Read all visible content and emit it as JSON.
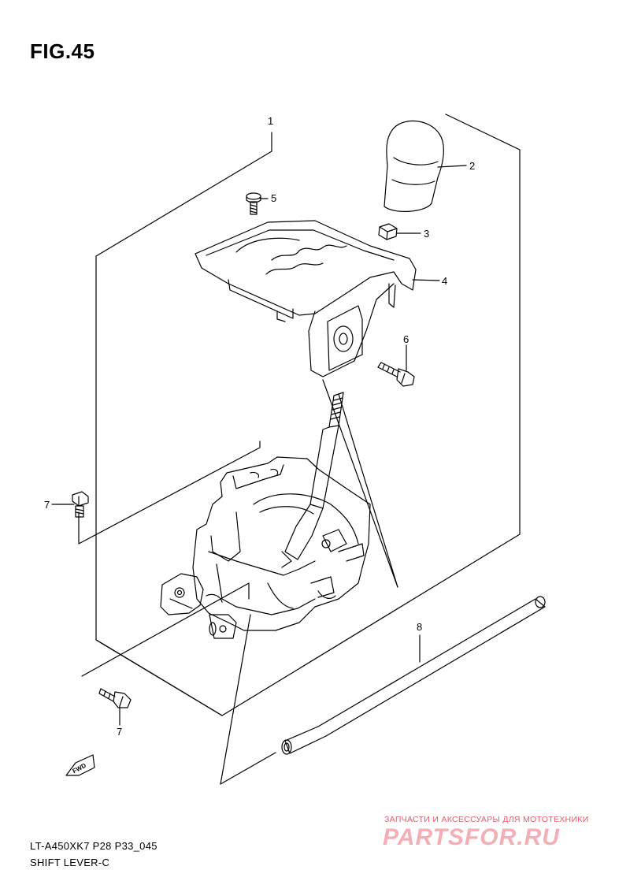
{
  "figure": {
    "title": "FIG.45",
    "callouts": [
      "1",
      "2",
      "3",
      "4",
      "5",
      "6",
      "7",
      "7",
      "8"
    ],
    "fwd_label": "FWD"
  },
  "footer": {
    "model_code": "LT-A450XK7 P28 P33_045",
    "caption": "SHIFT LEVER-C"
  },
  "watermark": {
    "subtitle": "ЗАПЧАСТИ И АКСЕССУАРЫ ДЛЯ МОТОТЕХНИКИ",
    "brand": "PARTSFOR.RU"
  },
  "colors": {
    "line": "#000000",
    "watermark": "#e85a6a"
  }
}
